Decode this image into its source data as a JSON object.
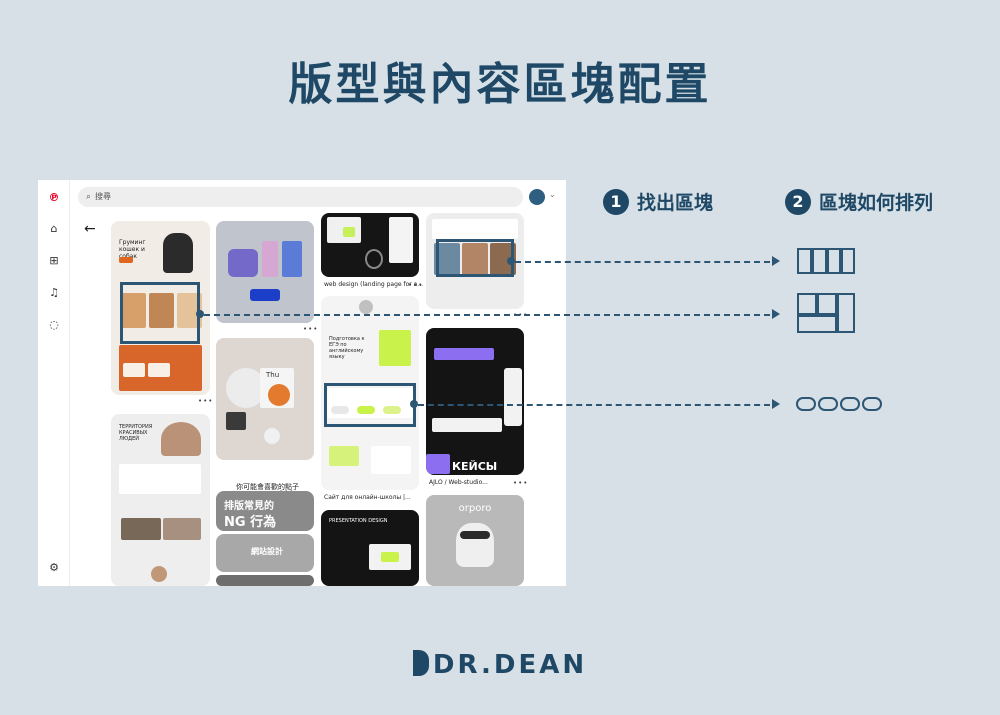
{
  "title": "版型與內容區塊配置",
  "steps": [
    {
      "number": "1",
      "label": "找出區塊"
    },
    {
      "number": "2",
      "label": "區塊如何排列"
    }
  ],
  "screenshot": {
    "search_placeholder": "搜尋",
    "pins": [
      {
        "caption": "web design (landing page for a..."
      },
      {
        "caption": "你可能會喜歡的點子"
      },
      {
        "caption": "AJLO / Web-studio..."
      },
      {
        "caption": "Сайт для онлайн-школы |..."
      }
    ],
    "pin_texts": {
      "dog_heading": "Груминг кошек и собак",
      "thu": "Thu",
      "layout_line1": "排版常見的",
      "layout_line2": "NG 行為",
      "web_design": "網站設計",
      "ege_heading": "Подготовка к ЕГЭ по английскому языку",
      "keisy": "КЕЙСЫ",
      "presentation": "PRESENTATION DESIGN",
      "orporo": "orporo",
      "territory": "ТЕРРИТОРИЯ КРАСИВЫХ ЛЮДЕЙ"
    }
  },
  "brand": "DR.DEAN",
  "colors": {
    "accent": "#1f4866",
    "highlight": "#2d5574",
    "background": "#d6e0e6",
    "pinterest_red": "#e60023"
  }
}
